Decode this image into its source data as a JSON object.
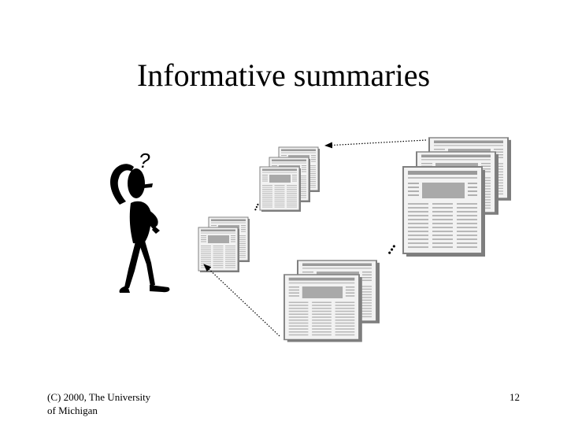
{
  "slide": {
    "title": "Informative summaries",
    "footer_line1": "(C) 2000, The University",
    "footer_line2": "of Michigan",
    "page_number": "12"
  },
  "illustration": {
    "person_icon": "confused-stick-figure",
    "question_mark": "?",
    "document_icon": "newspaper-page",
    "ellipsis": "..."
  }
}
